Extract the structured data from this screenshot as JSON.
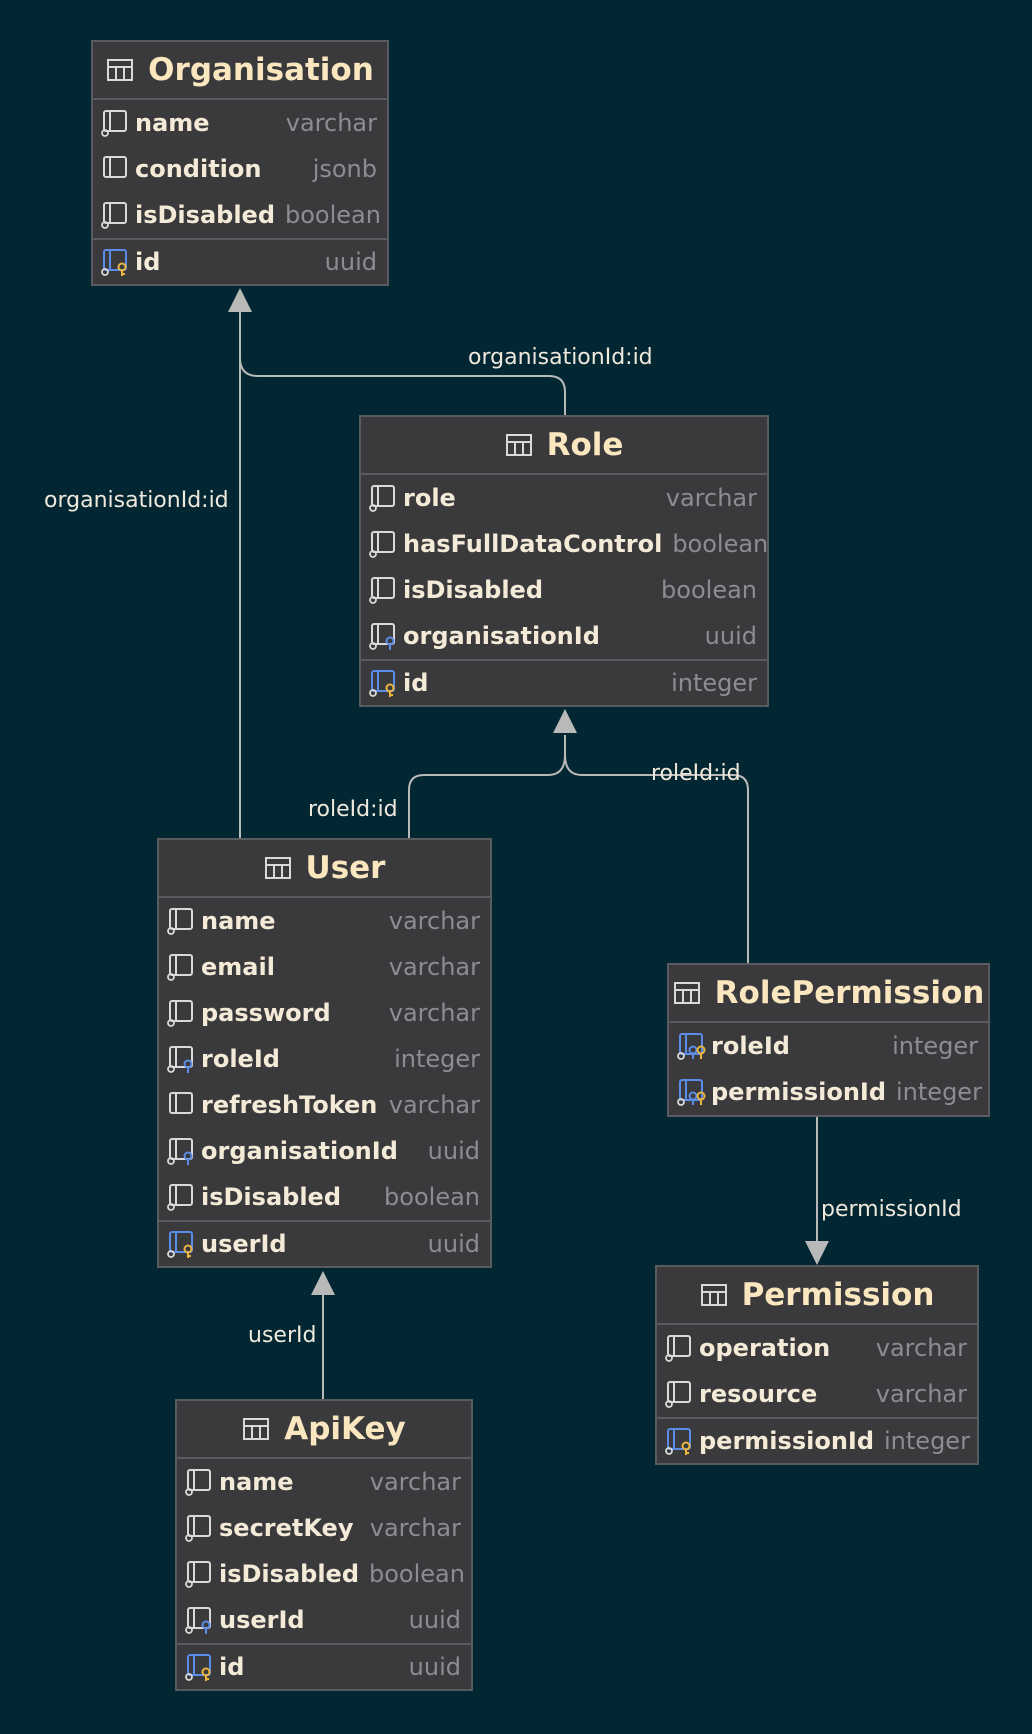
{
  "diagram": {
    "entities": [
      {
        "id": "organisation",
        "name": "Organisation",
        "columns": [
          {
            "name": "name",
            "type": "varchar",
            "kind": "nullable"
          },
          {
            "name": "condition",
            "type": "jsonb",
            "kind": "plain"
          },
          {
            "name": "isDisabled",
            "type": "boolean",
            "kind": "nullable"
          }
        ],
        "primary_key": {
          "name": "id",
          "type": "uuid"
        }
      },
      {
        "id": "role",
        "name": "Role",
        "columns": [
          {
            "name": "role",
            "type": "varchar",
            "kind": "nullable"
          },
          {
            "name": "hasFullDataControl",
            "type": "boolean",
            "kind": "nullable"
          },
          {
            "name": "isDisabled",
            "type": "boolean",
            "kind": "nullable"
          },
          {
            "name": "organisationId",
            "type": "uuid",
            "kind": "foreign"
          }
        ],
        "primary_key": {
          "name": "id",
          "type": "integer"
        }
      },
      {
        "id": "user",
        "name": "User",
        "columns": [
          {
            "name": "name",
            "type": "varchar",
            "kind": "nullable"
          },
          {
            "name": "email",
            "type": "varchar",
            "kind": "nullable"
          },
          {
            "name": "password",
            "type": "varchar",
            "kind": "nullable"
          },
          {
            "name": "roleId",
            "type": "integer",
            "kind": "foreign"
          },
          {
            "name": "refreshToken",
            "type": "varchar",
            "kind": "plain"
          },
          {
            "name": "organisationId",
            "type": "uuid",
            "kind": "foreign"
          },
          {
            "name": "isDisabled",
            "type": "boolean",
            "kind": "nullable"
          }
        ],
        "primary_key": {
          "name": "userId",
          "type": "uuid"
        }
      },
      {
        "id": "rolepermission",
        "name": "RolePermission",
        "columns": [
          {
            "name": "roleId",
            "type": "integer",
            "kind": "pk-foreign"
          },
          {
            "name": "permissionId",
            "type": "integer",
            "kind": "pk-foreign"
          }
        ],
        "primary_key": null
      },
      {
        "id": "permission",
        "name": "Permission",
        "columns": [
          {
            "name": "operation",
            "type": "varchar",
            "kind": "nullable"
          },
          {
            "name": "resource",
            "type": "varchar",
            "kind": "nullable"
          }
        ],
        "primary_key": {
          "name": "permissionId",
          "type": "integer"
        }
      },
      {
        "id": "apikey",
        "name": "ApiKey",
        "columns": [
          {
            "name": "name",
            "type": "varchar",
            "kind": "nullable"
          },
          {
            "name": "secretKey",
            "type": "varchar",
            "kind": "nullable"
          },
          {
            "name": "isDisabled",
            "type": "boolean",
            "kind": "nullable"
          },
          {
            "name": "userId",
            "type": "uuid",
            "kind": "foreign"
          }
        ],
        "primary_key": {
          "name": "id",
          "type": "uuid"
        }
      }
    ],
    "relations": [
      {
        "id": "role-organisation",
        "from": "Role",
        "to": "Organisation",
        "label": "organisationId:id"
      },
      {
        "id": "user-organisation",
        "from": "User",
        "to": "Organisation",
        "label": "organisationId:id"
      },
      {
        "id": "user-role",
        "from": "User",
        "to": "Role",
        "label": "roleId:id"
      },
      {
        "id": "rolepermission-role",
        "from": "RolePermission",
        "to": "Role",
        "label": "roleId:id"
      },
      {
        "id": "rolepermission-permission",
        "from": "RolePermission",
        "to": "Permission",
        "label": "permissionId"
      },
      {
        "id": "apikey-user",
        "from": "ApiKey",
        "to": "User",
        "label": "userId"
      }
    ],
    "colors": {
      "background": "#022732",
      "entity_fill": "#3a3a3c",
      "entity_border": "#5a5b5e",
      "entity_title": "#fbe7bf",
      "column_name": "#f4ead8",
      "column_type": "#8d8d91",
      "key_blue": "#5b8de8",
      "key_gold": "#e9b640",
      "connector": "#b9b9b9",
      "label": "#efe9dd"
    }
  }
}
